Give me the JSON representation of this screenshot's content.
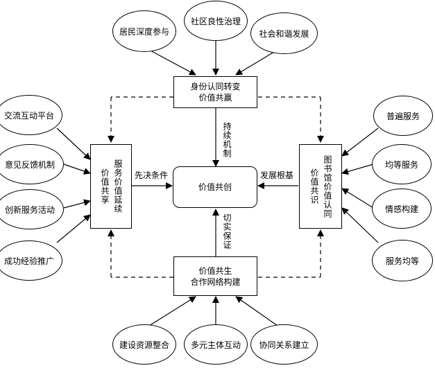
{
  "center": {
    "label": "价值共创"
  },
  "top_box": {
    "line1": "身份认同转变",
    "line2": "价值共赢"
  },
  "bottom_box": {
    "line1": "价值共生",
    "line2": "合作网络构建"
  },
  "left_box": {
    "col1": "服务价值延续",
    "col2": "价值共享"
  },
  "right_box": {
    "col1": "图书馆价值认同",
    "col2": "价值共识"
  },
  "edge_labels": {
    "top": "持续机制",
    "bottom": "切实保证",
    "left": "先决条件",
    "right": "发展根基"
  },
  "top_ovals": [
    "居民深度参与",
    "社区良性治理",
    "社会和谐发展"
  ],
  "left_ovals": [
    "交流互动平台",
    "意见反馈机制",
    "创新服务活动",
    "成功经验推广"
  ],
  "right_ovals": [
    "普遍服务",
    "均等服务",
    "情感构建",
    "服务均等"
  ],
  "bottom_ovals": [
    "建设资源整合",
    "多元主体互动",
    "协同关系建立"
  ]
}
